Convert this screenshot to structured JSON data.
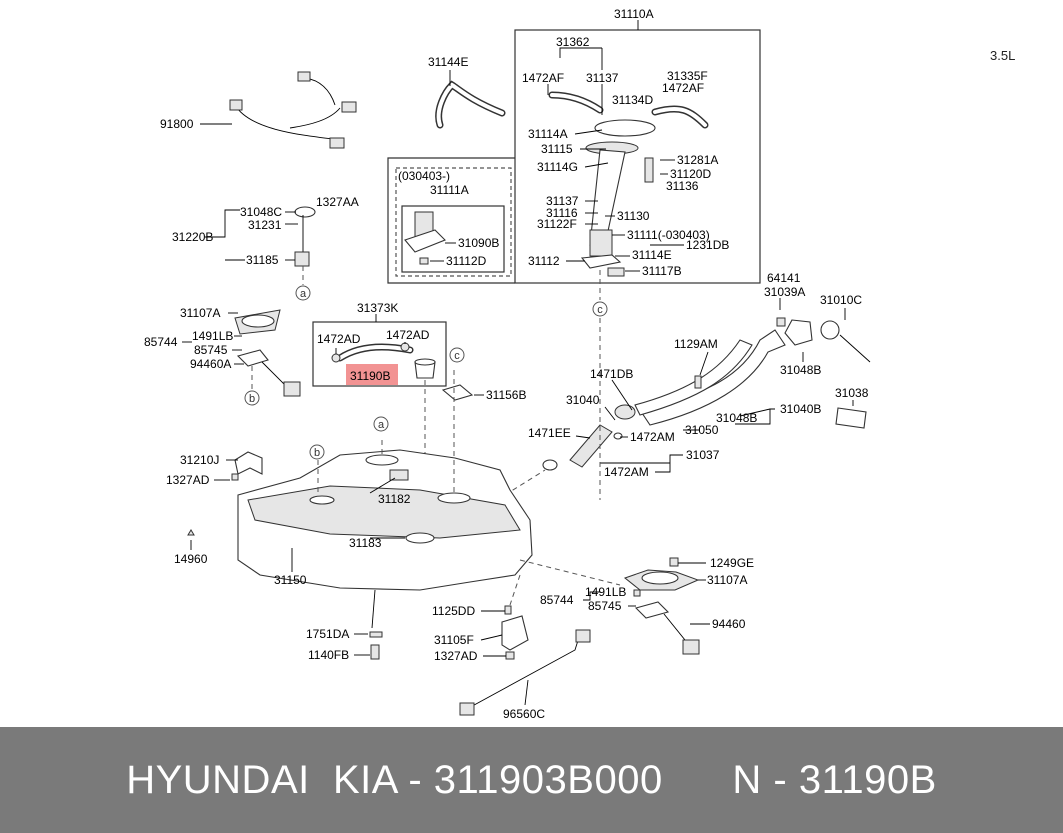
{
  "engine": "3.5L",
  "labels": {
    "l31110A": "31110A",
    "l31362": "31362",
    "l1472AF_a": "1472AF",
    "l31137_a": "31137",
    "l31335F": "31335F",
    "l1472AF_b": "1472AF",
    "l31134D": "31134D",
    "l31114A": "31114A",
    "l31115": "31115",
    "l31114G": "31114G",
    "l31281A": "31281A",
    "l31120D": "31120D",
    "l31136": "31136",
    "l31137_b": "31137",
    "l31116": "31116",
    "l31130": "31130",
    "l31122F": "31122F",
    "l31111": "31111(-030403)",
    "l1231DB": "1231DB",
    "l31112": "31112",
    "l31114E": "31114E",
    "l31117B": "31117B",
    "l030403": "(030403-)",
    "l31111A": "31111A",
    "l31090B": "31090B",
    "l31112D": "31112D",
    "l31144E": "31144E",
    "l91800": "91800",
    "l31048C": "31048C",
    "l1327AA": "1327AA",
    "l31220B": "31220B",
    "l31231": "31231",
    "l31185": "31185",
    "l31107A_a": "31107A",
    "l85744_a": "85744",
    "l1491LB_a": "1491LB",
    "l85745_a": "85745",
    "l94460A": "94460A",
    "l31373K": "31373K",
    "l1472AD_a": "1472AD",
    "l1472AD_b": "1472AD",
    "l31190B": "31190B",
    "l31156B": "31156B",
    "l64141": "64141",
    "l31039A": "31039A",
    "l31010C": "31010C",
    "l1129AM": "1129AM",
    "l31048B_a": "31048B",
    "l1471DB": "1471DB",
    "l31040": "31040",
    "l31048B_b": "31048B",
    "l31040B": "31040B",
    "l31038": "31038",
    "l1471EE": "1471EE",
    "l1472AM_a": "1472AM",
    "l31050": "31050",
    "l31037": "31037",
    "l1472AM_b": "1472AM",
    "l31210J": "31210J",
    "l1327AD_a": "1327AD",
    "l31182": "31182",
    "l31183": "31183",
    "l14960": "14960",
    "l31150": "31150",
    "l1249GE": "1249GE",
    "l31107A_b": "31107A",
    "l85744_b": "85744",
    "l1491LB_b": "1491LB",
    "l85745_b": "85745",
    "l94460": "94460",
    "l1125DD": "1125DD",
    "l1751DA": "1751DA",
    "l31105F": "31105F",
    "l1140FB": "1140FB",
    "l1327AD_b": "1327AD",
    "l96560C": "96560C"
  },
  "circle_markers": {
    "a": "a",
    "b": "b",
    "c": "c"
  },
  "highlight": {
    "part": "31190B",
    "color": "#f08080"
  },
  "footer": {
    "brand": "HYUNDAI  KIA - 311903B000",
    "ref": "N - 31190B"
  },
  "colors": {
    "footer_bg": "#7a7a7a",
    "footer_text": "#ffffff"
  }
}
